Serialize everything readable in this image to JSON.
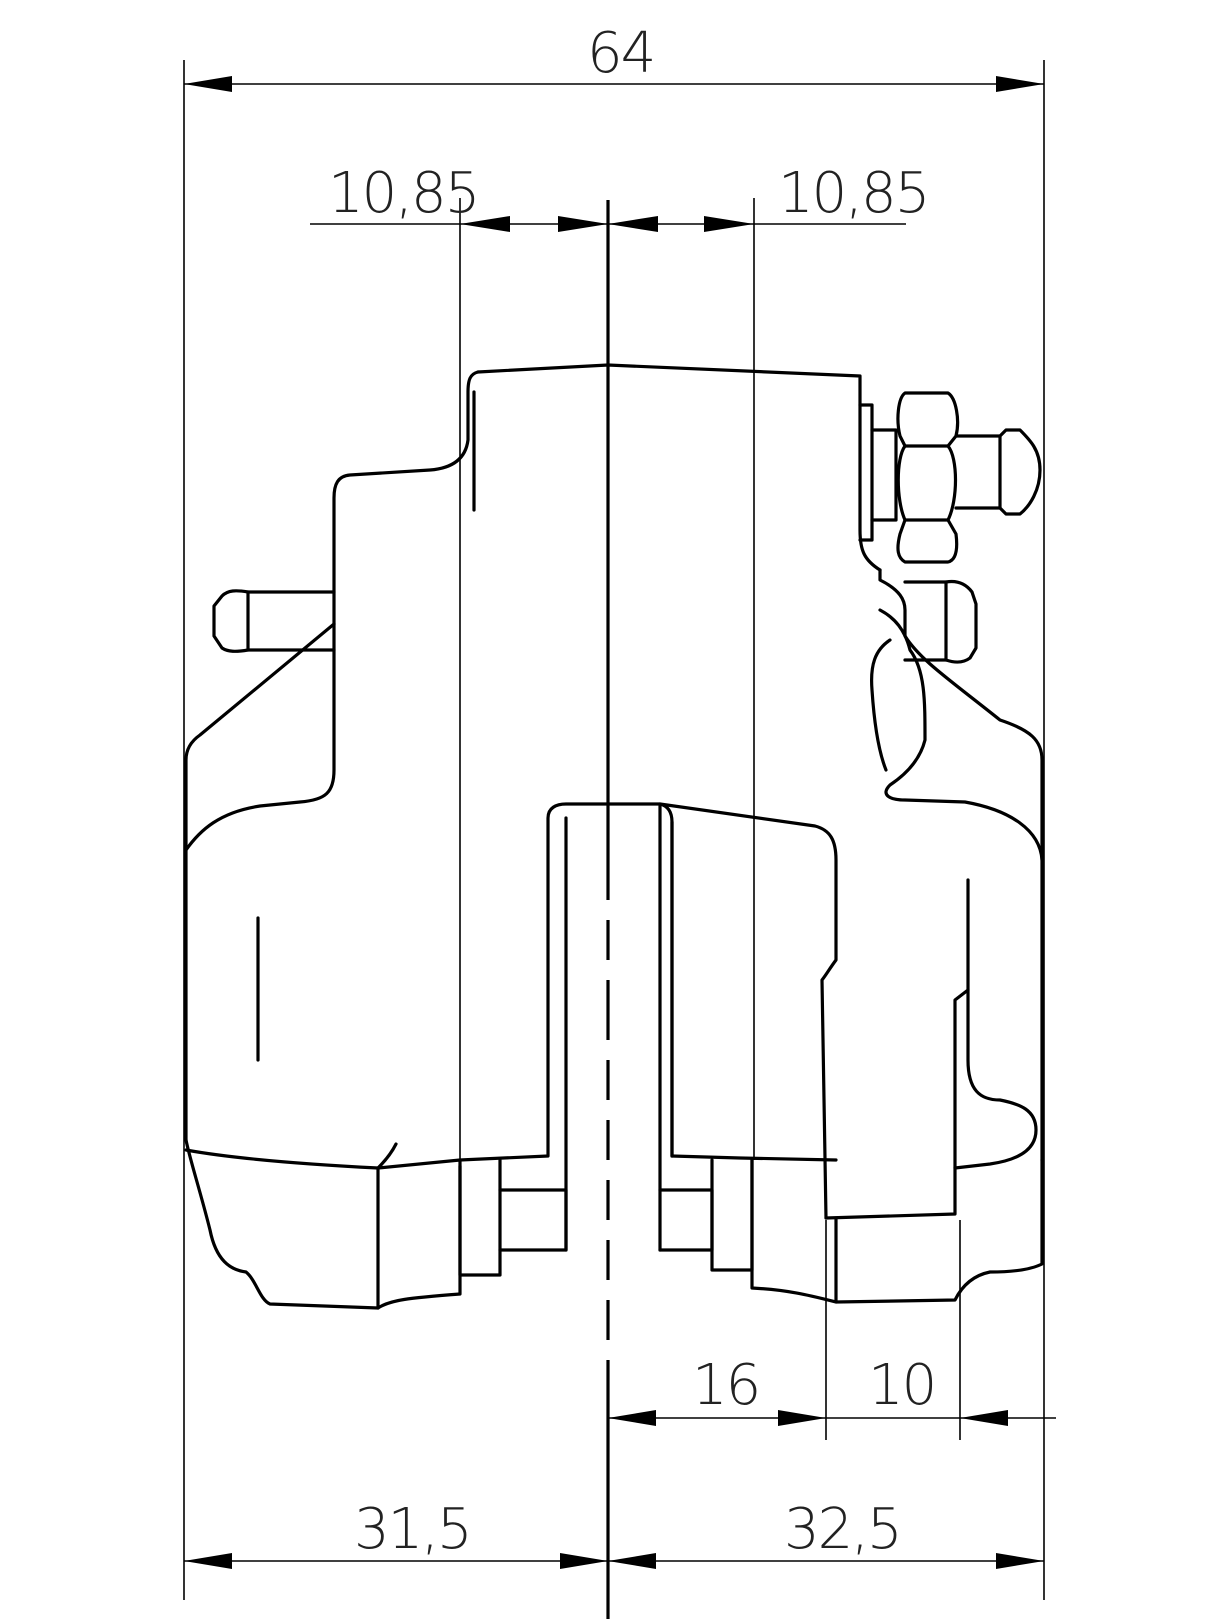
{
  "dimensions": {
    "overall_width": "64",
    "left_offset": "10,85",
    "right_offset": "10,85",
    "left_half": "31,5",
    "right_half": "32,5",
    "center_to_mount": "16",
    "mount_spacing": "10"
  },
  "colors": {
    "line": "#000000",
    "background": "#ffffff"
  }
}
